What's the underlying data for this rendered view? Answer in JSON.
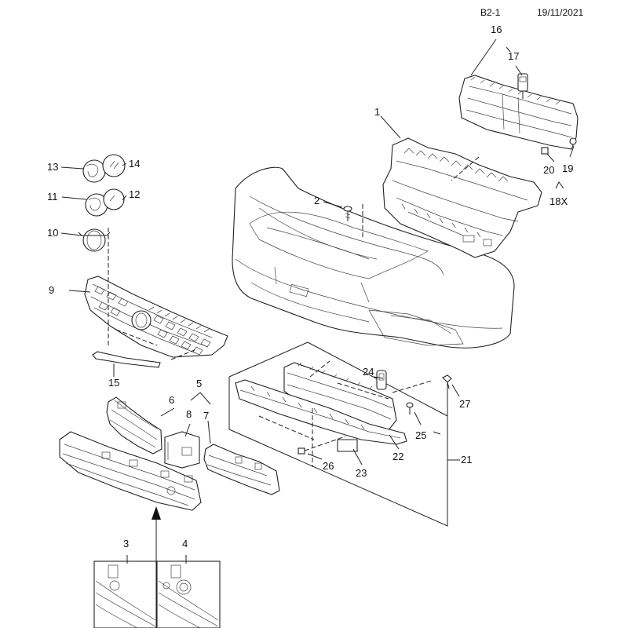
{
  "header": {
    "page_ref": "B2-1",
    "date": "19/11/2021"
  },
  "callouts": {
    "c1": "1",
    "c2": "2",
    "c3": "3",
    "c4": "4",
    "c5": "5",
    "c6": "6",
    "c7": "7",
    "c8": "8",
    "c9": "9",
    "c10": "10",
    "c11": "11",
    "c12": "12",
    "c13": "13",
    "c14": "14",
    "c15": "15",
    "c16": "16",
    "c17": "17",
    "c18x": "18X",
    "c19": "19",
    "c20": "20",
    "c21": "21",
    "c22": "22",
    "c23": "23",
    "c24": "24",
    "c25": "25",
    "c26": "26",
    "c27": "27"
  }
}
